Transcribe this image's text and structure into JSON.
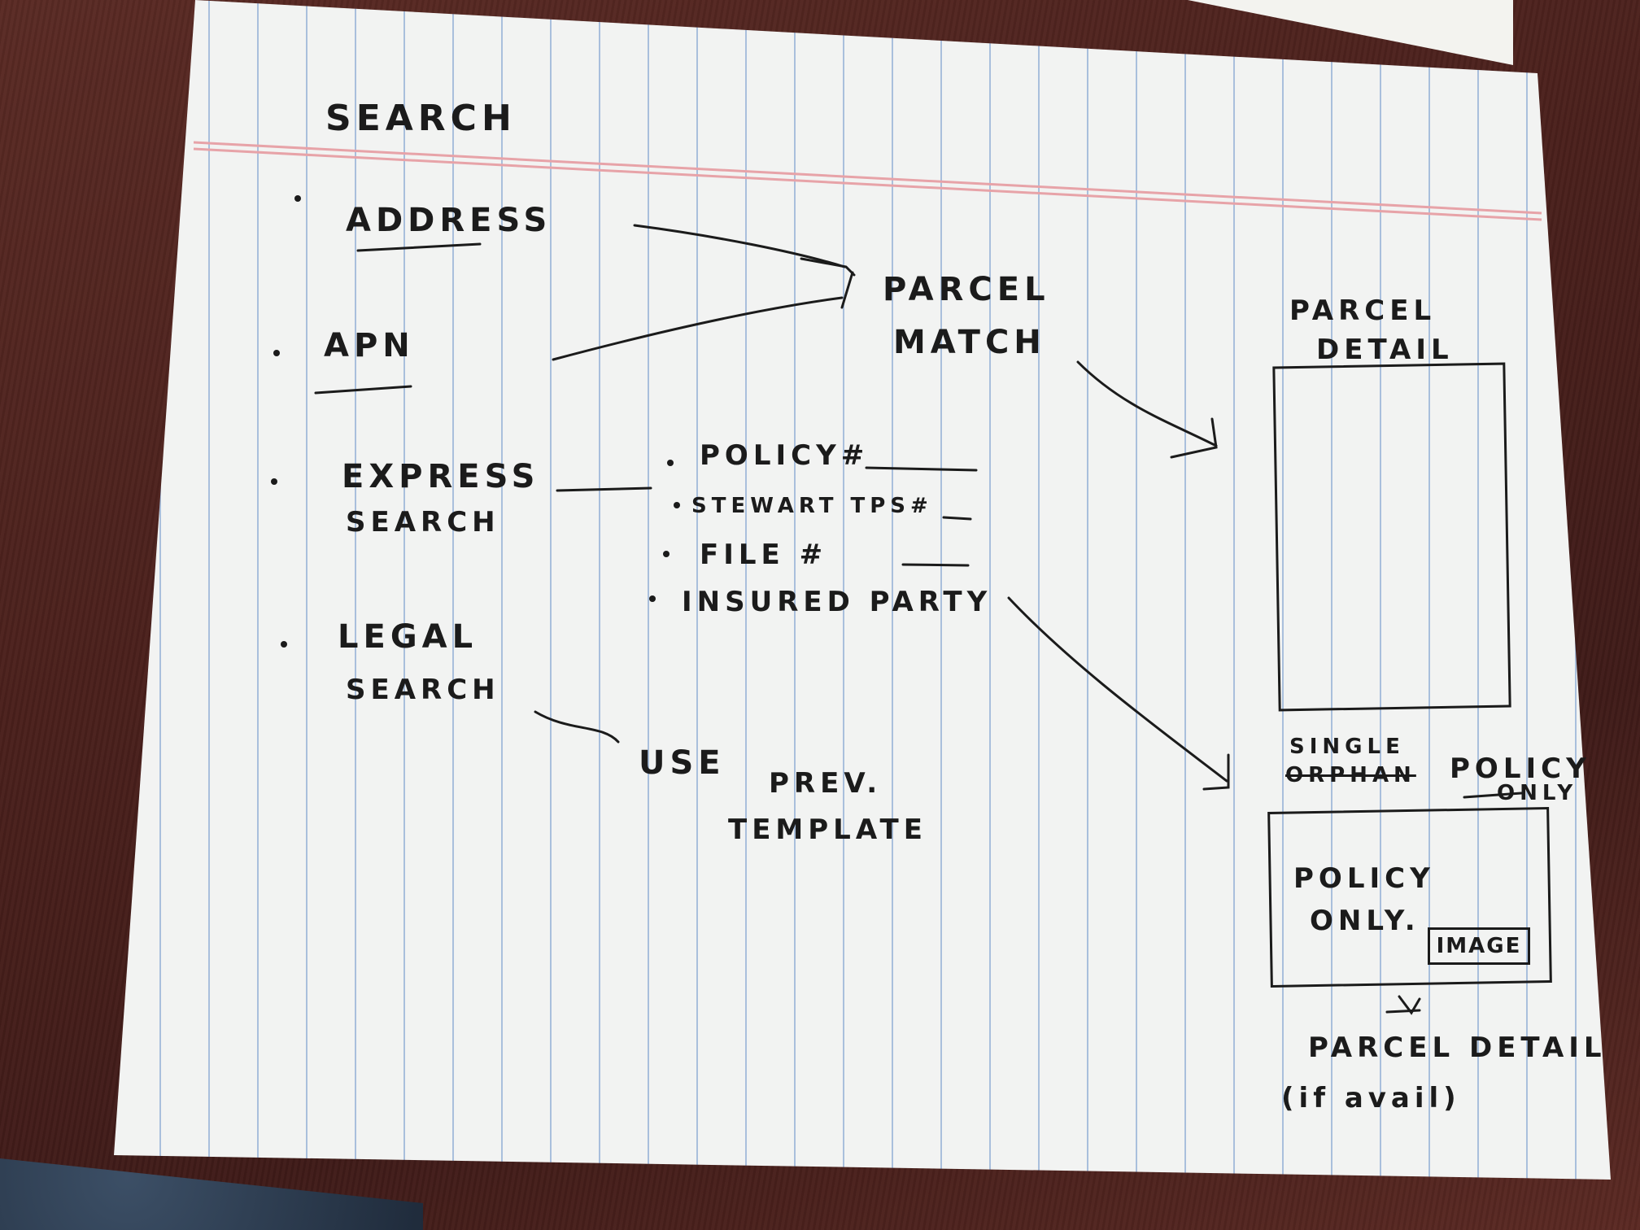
{
  "sketch": {
    "title": "SEARCH",
    "left_options": [
      {
        "label": "ADDRESS"
      },
      {
        "label": "APN"
      },
      {
        "label_line1": "EXPRESS",
        "label_line2": "SEARCH"
      },
      {
        "label_line1": "LEGAL",
        "label_line2": "SEARCH"
      }
    ],
    "parcel_match": {
      "line1": "PARCEL",
      "line2": "MATCH"
    },
    "express_fields": [
      "POLICY#",
      "STEWART TPS#",
      "FILE #",
      "INSURED PARTY"
    ],
    "legal_note": {
      "line1": "USE",
      "line2": "PREV.",
      "line3": "TEMPLATE"
    },
    "parcel_detail": {
      "line1": "PARCEL",
      "line2": "DETAIL"
    },
    "orphan_header": {
      "line1": "SINGLE",
      "struck": "ORPHAN",
      "line2": "POLICY",
      "line3": "ONLY"
    },
    "policy_box": {
      "line1": "POLICY",
      "line2": "ONLY.",
      "button": "IMAGE"
    },
    "footer": {
      "line1": "PARCEL DETAIL",
      "line2": "(if avail)"
    }
  },
  "colors": {
    "ink": "#1b1b1b",
    "paper": "#f2f3f2",
    "rule_blue": "#a9bfdc",
    "margin_red": "#e7a3a8",
    "desk": "#4a201c"
  }
}
